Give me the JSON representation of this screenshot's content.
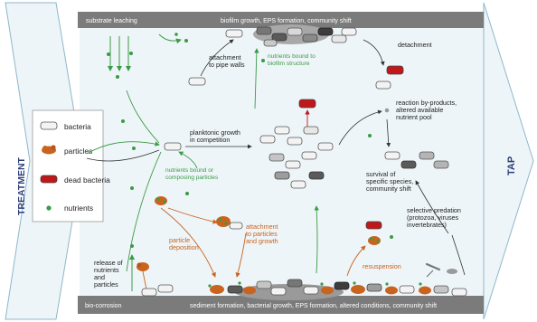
{
  "side_labels": {
    "left": "TREATMENT",
    "right": "TAP"
  },
  "top_bar": {
    "left": "substrate leaching",
    "center": "biofilm growth, EPS formation, community shift"
  },
  "bottom_bar": {
    "left": "bio-corrosion",
    "center": "sediment formation, bacterial growth, EPS formation, altered conditions, community shift"
  },
  "legend": {
    "bacteria": "bacteria",
    "particles": "particles",
    "dead": "dead bacteria",
    "nutrients": "nutrients"
  },
  "labels": {
    "attachment_line1": "attachment",
    "attachment_line2": "to pipe walls",
    "nutrients_biofilm_line1": "nutrients bound to",
    "nutrients_biofilm_line2": "biofilm structure",
    "detachment": "detachment",
    "planktonic_line1": "planktonic growth",
    "planktonic_line2": "in competition",
    "reaction_line1": "reaction by-products,",
    "reaction_line2": "altered available",
    "reaction_line3": "nutrient pool",
    "nutrients_particles_line1": "nutrients bound or",
    "nutrients_particles_line2": "composing particles",
    "survival_line1": "survival of",
    "survival_line2": "specific species,",
    "survival_line3": "community shift",
    "attach_particles_line1": "attachment",
    "attach_particles_line2": "to particles",
    "attach_particles_line3": "and growth",
    "particle_dep_line1": "particle",
    "particle_dep_line2": "deposition",
    "predation_line1": "selective predation",
    "predation_line2": "(protozoa, viruses",
    "predation_line3": "invertebrates)",
    "release_line1": "release of",
    "release_line2": "nutrients",
    "release_line3": "and",
    "release_line4": "particles",
    "resuspension": "resuspension"
  },
  "colors": {
    "bar": "#7b7b7b",
    "pipe_bg": "#eef5f8",
    "navy": "#2c3f7a",
    "green": "#3a9a45",
    "orange": "#c9641e",
    "dead": "#c0171b",
    "bacteria_light": "#f3f3f3",
    "bacteria_mid": "#b4b4b4",
    "bacteria_dark": "#5a5a5a"
  }
}
